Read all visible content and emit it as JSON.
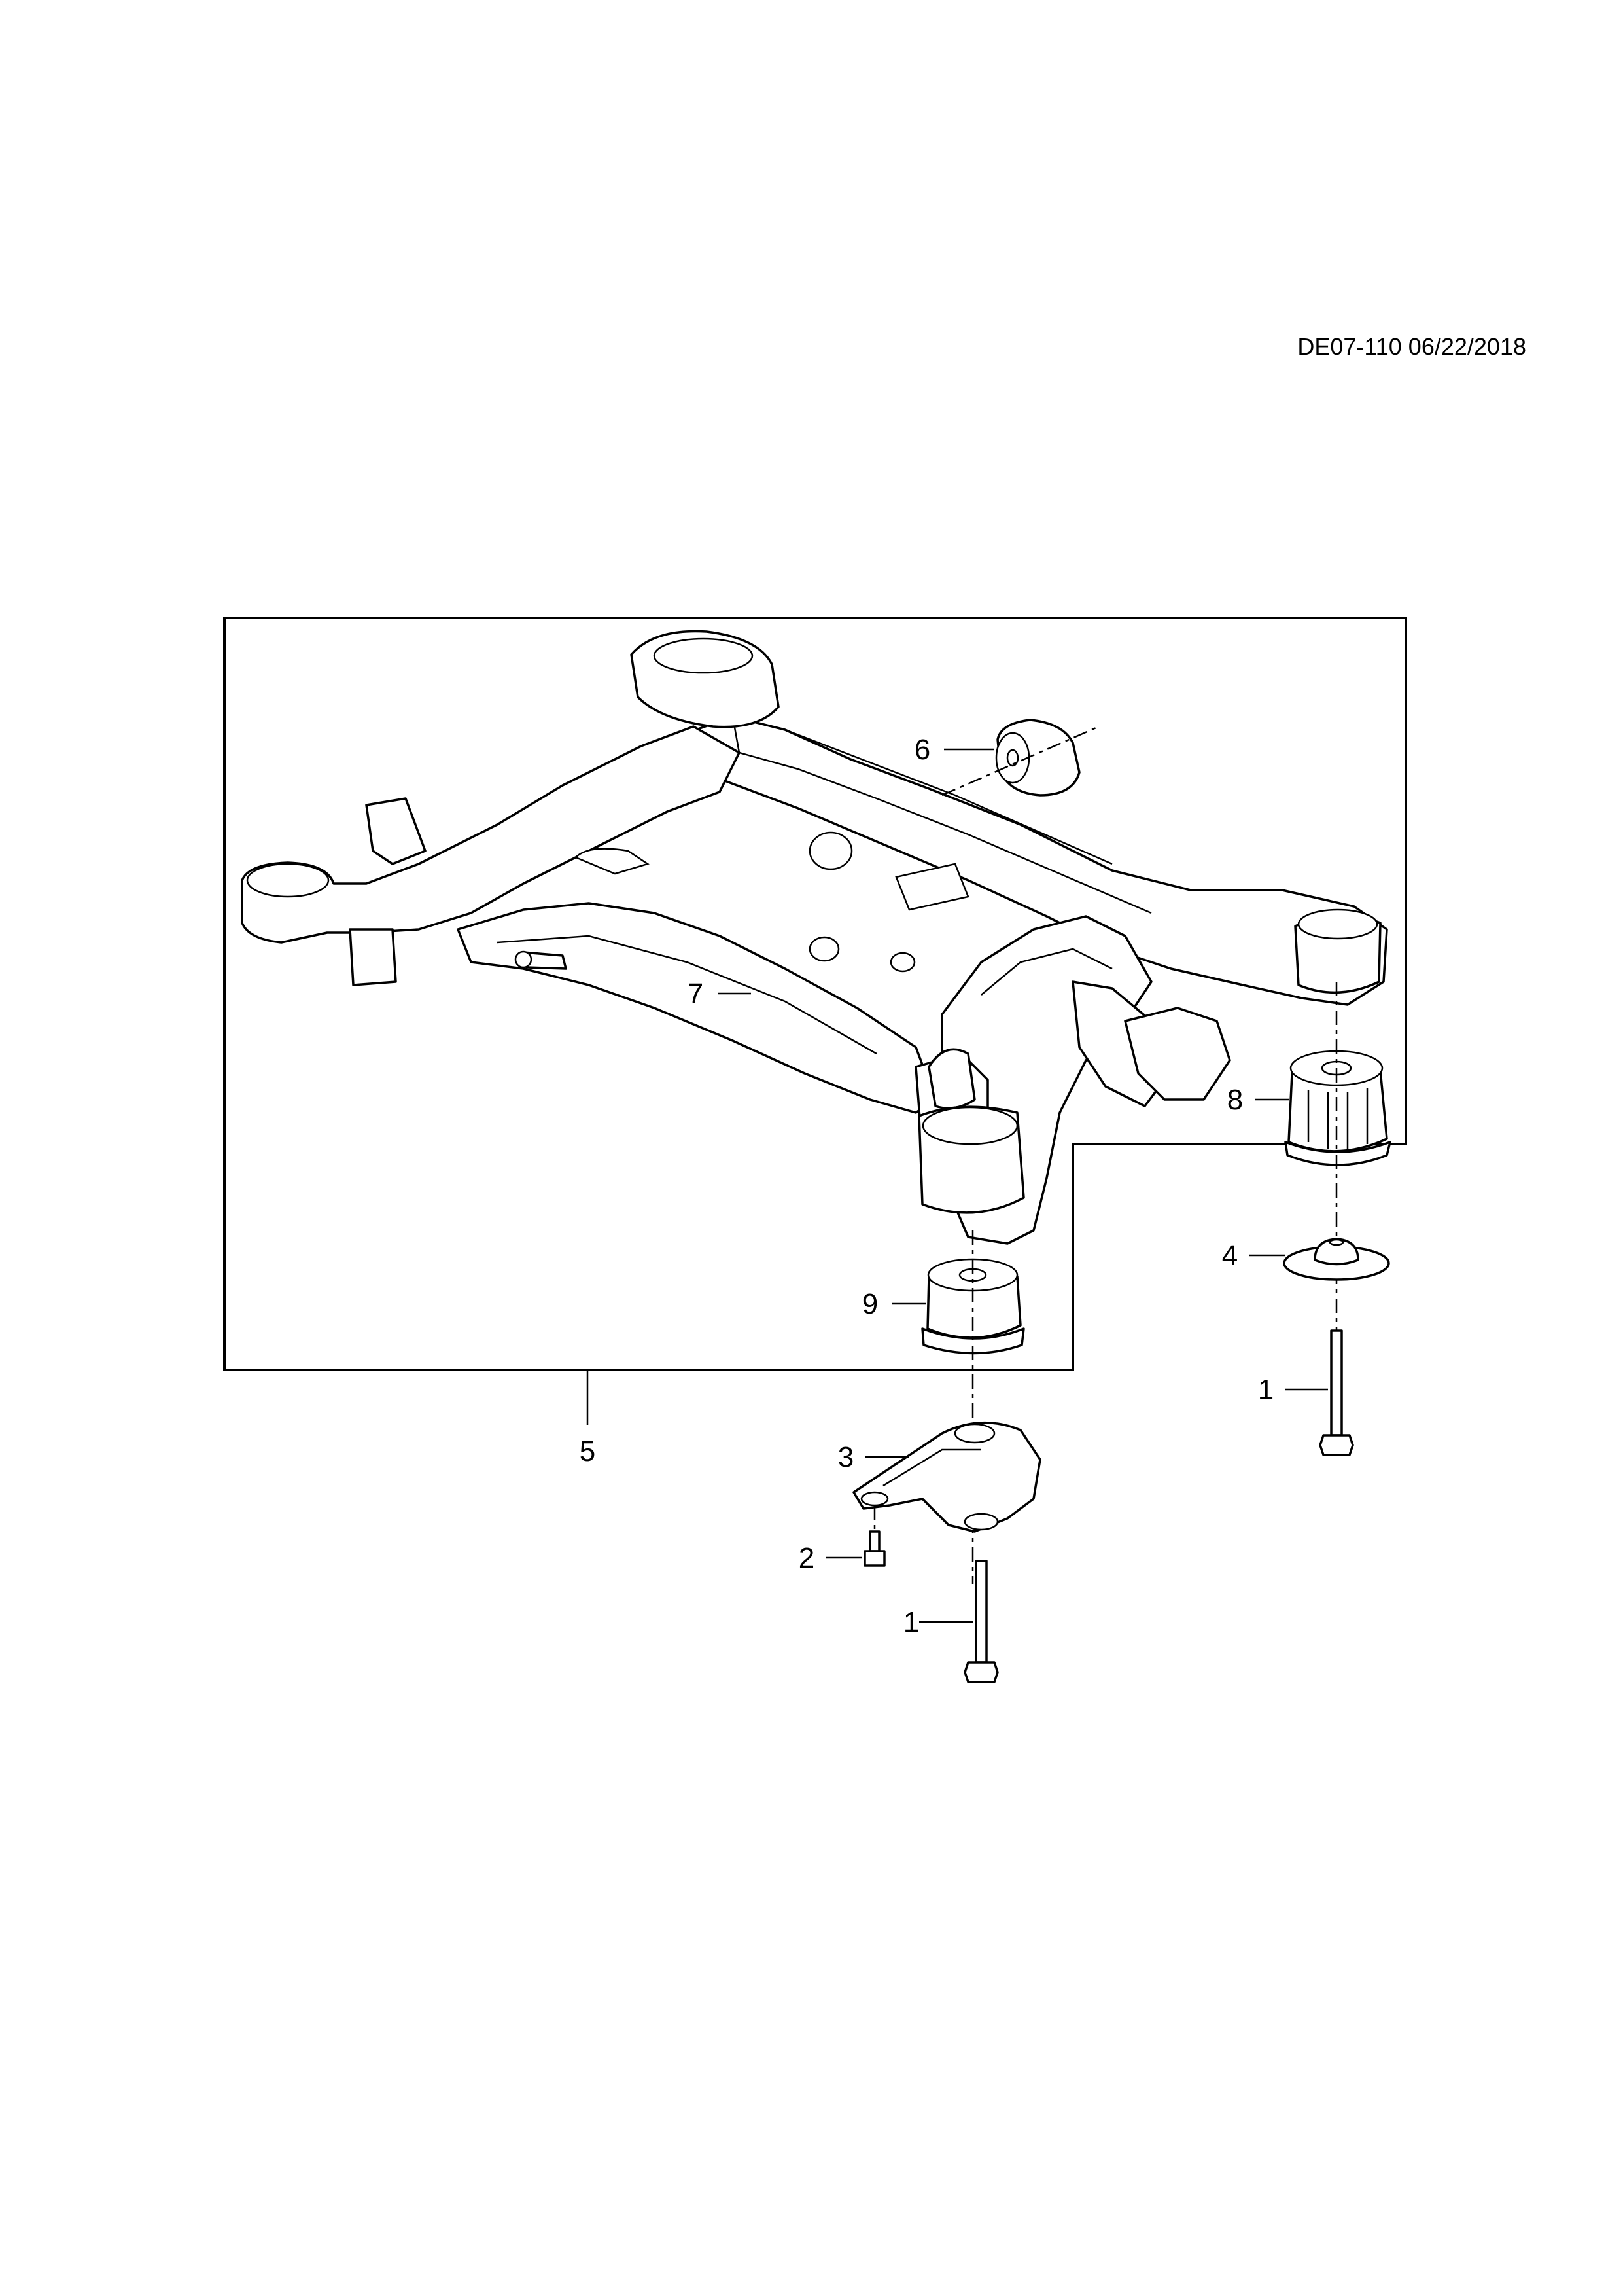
{
  "header": {
    "reference": "DE07-110 06/22/2018"
  },
  "callouts": [
    {
      "id": "callout-1-right",
      "label": "1"
    },
    {
      "id": "callout-1-lower",
      "label": "1"
    },
    {
      "id": "callout-2",
      "label": "2"
    },
    {
      "id": "callout-3",
      "label": "3"
    },
    {
      "id": "callout-4",
      "label": "4"
    },
    {
      "id": "callout-5",
      "label": "5"
    },
    {
      "id": "callout-6",
      "label": "6"
    },
    {
      "id": "callout-7",
      "label": "7"
    },
    {
      "id": "callout-8",
      "label": "8"
    },
    {
      "id": "callout-9",
      "label": "9"
    }
  ],
  "parts": [
    {
      "callout": "1",
      "icon": "bolt-icon"
    },
    {
      "callout": "2",
      "icon": "small-bolt-icon"
    },
    {
      "callout": "3",
      "icon": "bracket-icon"
    },
    {
      "callout": "4",
      "icon": "washer-icon"
    },
    {
      "callout": "5",
      "icon": "subframe-assembly-icon"
    },
    {
      "callout": "6",
      "icon": "front-bushing-icon"
    },
    {
      "callout": "7",
      "icon": "subframe-icon"
    },
    {
      "callout": "8",
      "icon": "rear-mount-bushing-icon"
    },
    {
      "callout": "9",
      "icon": "rear-mount-bushing-icon"
    }
  ],
  "colors": {
    "line": "#000000",
    "background": "#ffffff"
  }
}
